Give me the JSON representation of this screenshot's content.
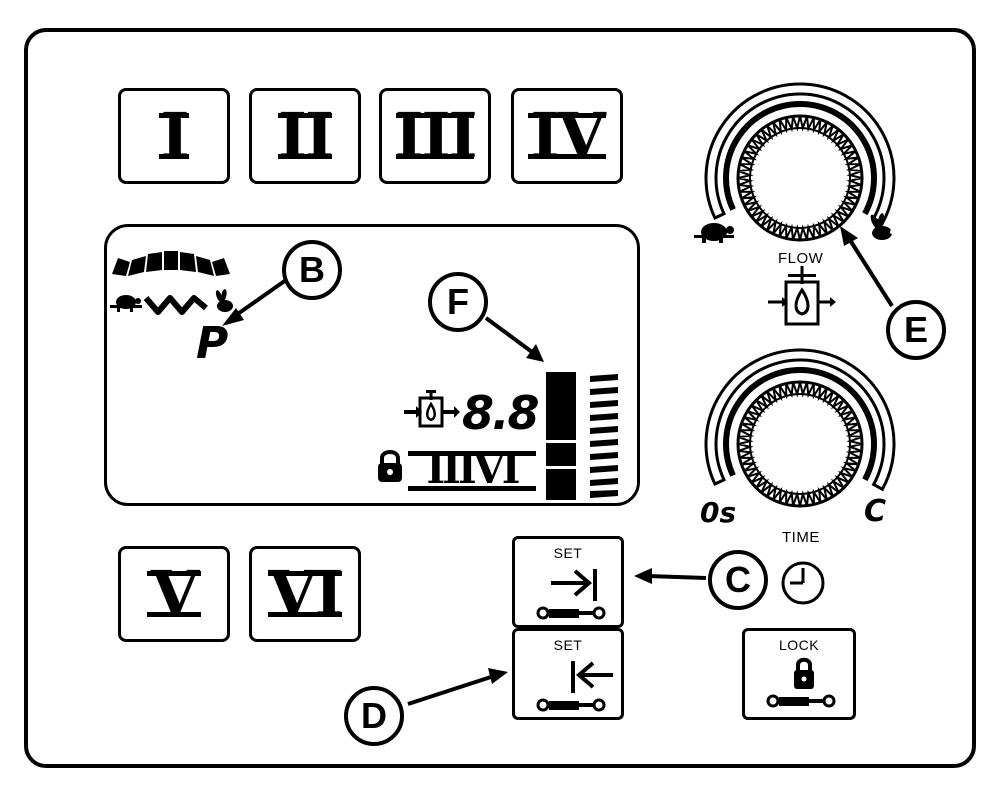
{
  "program_buttons": {
    "btn1": "I",
    "btn2": "II",
    "btn3": "III",
    "btn4": "IV",
    "btn5": "V",
    "btn6": "VI"
  },
  "display": {
    "program_letter": "P",
    "flow_value": "8.8",
    "program_readout": "IIIVI"
  },
  "flow_knob": {
    "label": "FLOW"
  },
  "time_knob": {
    "label": "TIME",
    "min_label": "0s",
    "max_label": "C"
  },
  "set_buttons": {
    "set_in_label": "SET",
    "set_out_label": "SET"
  },
  "lock_button": {
    "label": "LOCK"
  },
  "callouts": {
    "b": "B",
    "c": "C",
    "d": "D",
    "e": "E",
    "f": "F"
  }
}
